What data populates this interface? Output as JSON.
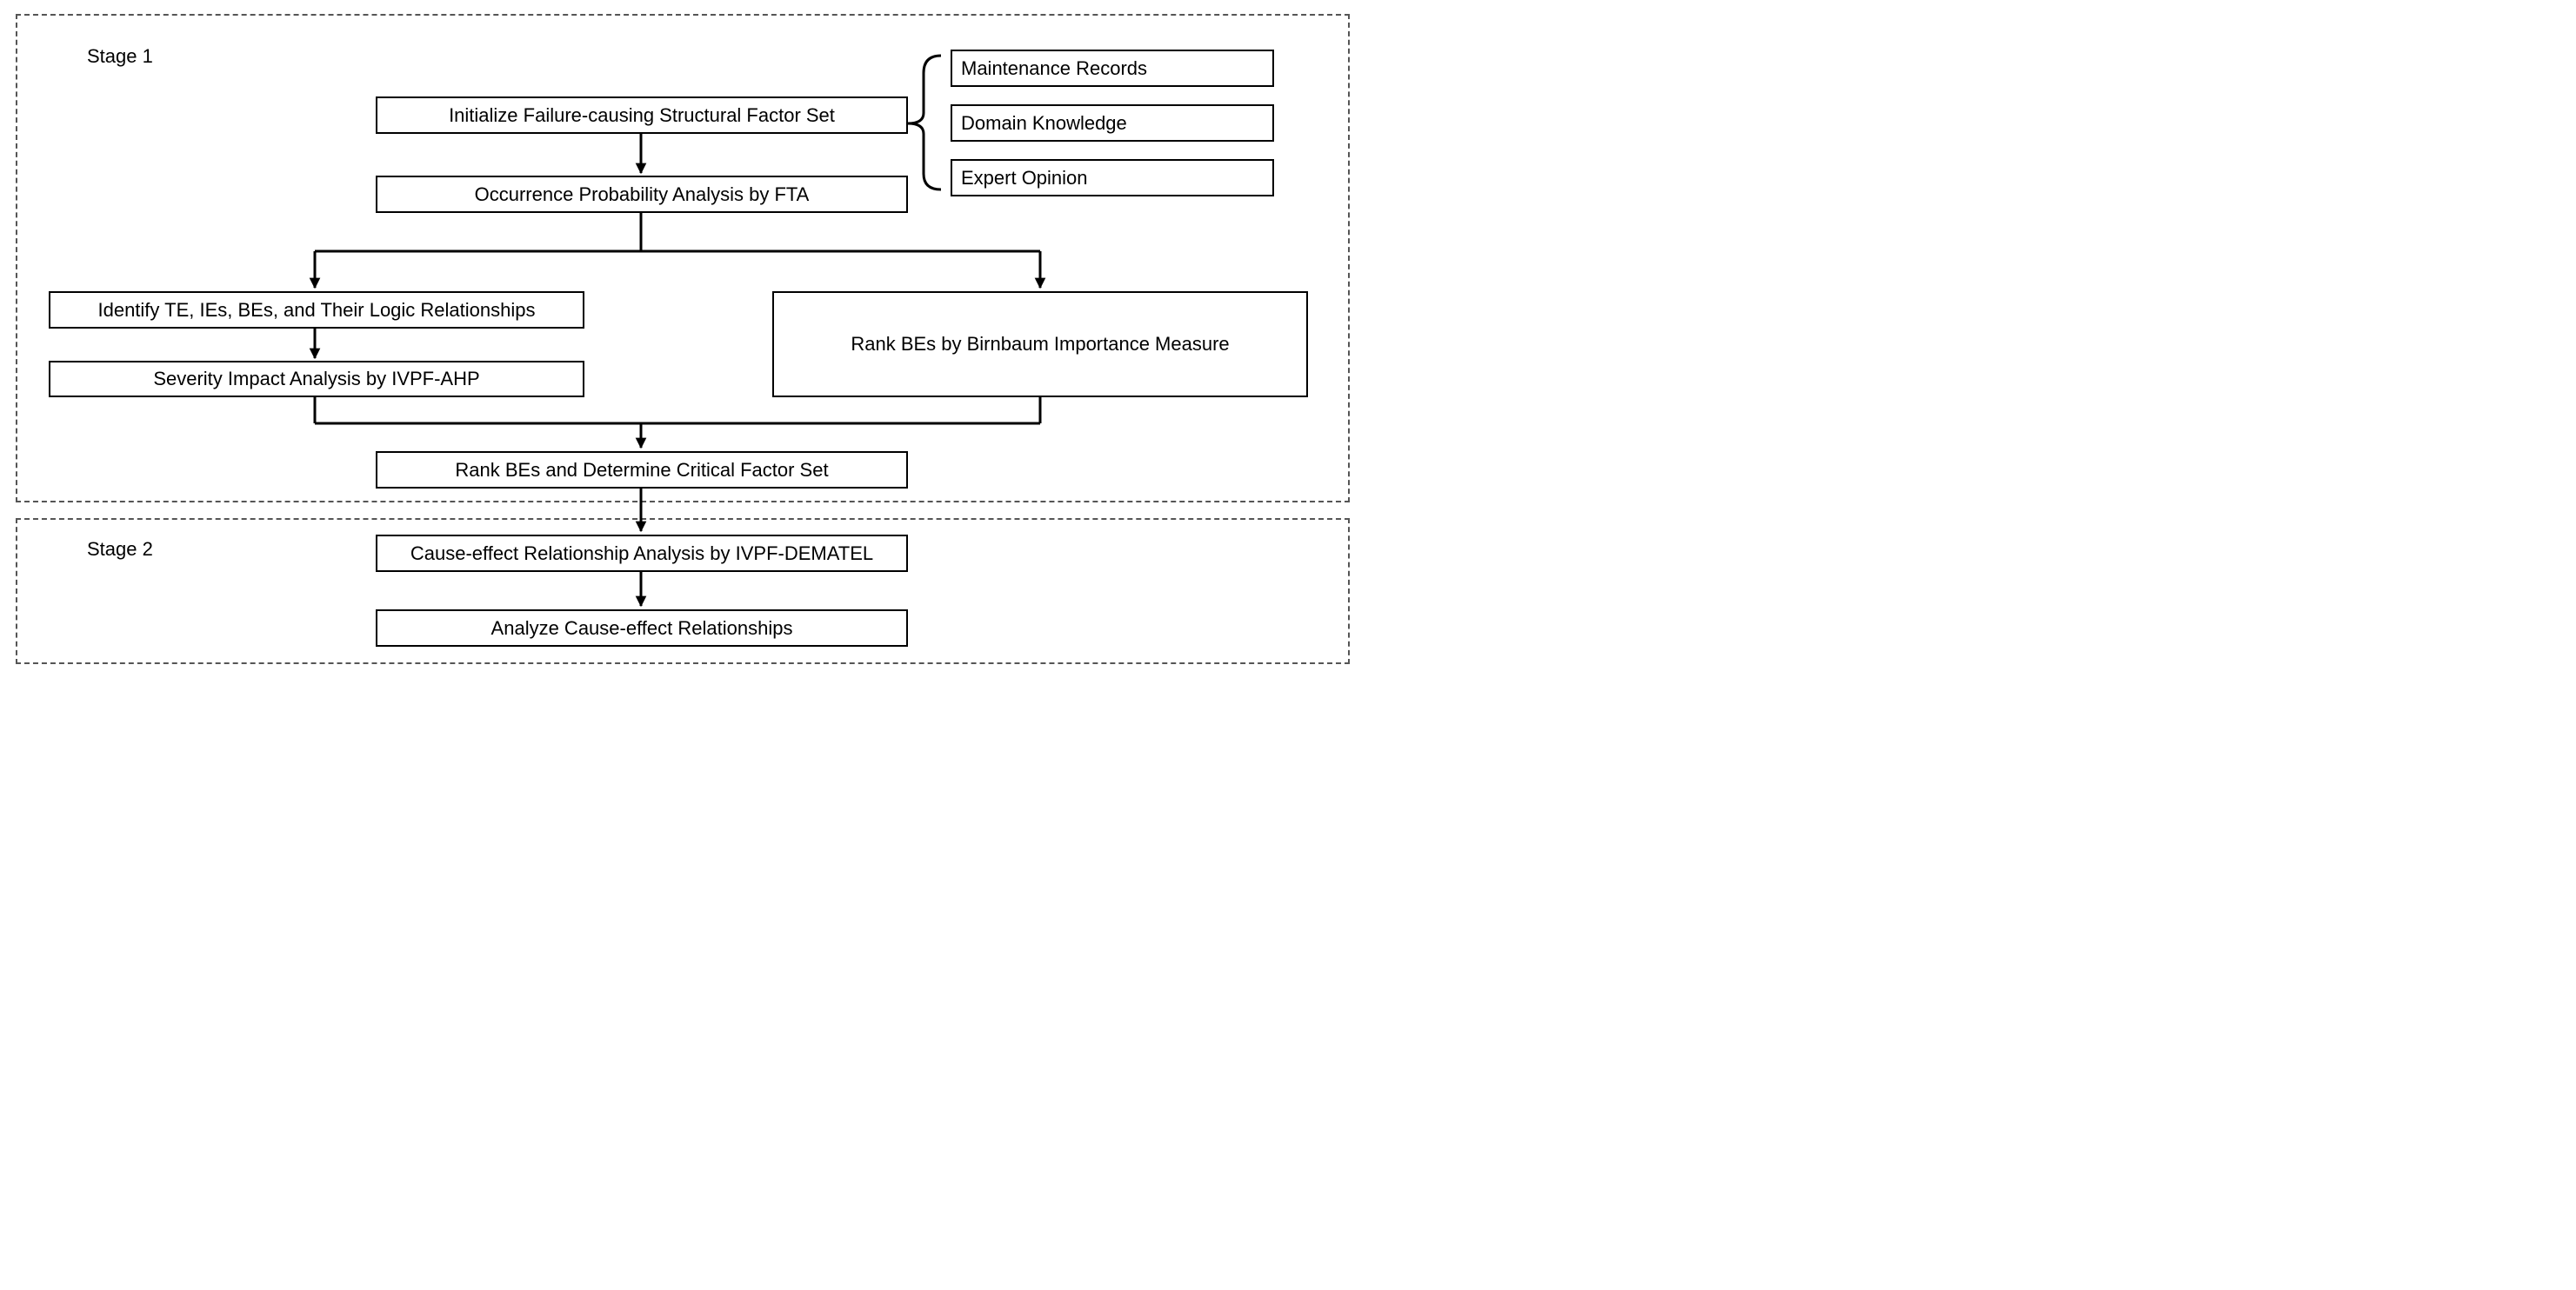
{
  "stages": {
    "stage1": "Stage 1",
    "stage2": "Stage 2"
  },
  "sources": {
    "maintenance": "Maintenance Records",
    "domain": "Domain Knowledge",
    "expert": "Expert Opinion"
  },
  "steps": {
    "initialize": "Initialize Failure-causing Structural Factor Set",
    "occurrence": "Occurrence Probability Analysis by FTA",
    "identify": "Identify TE, IEs, BEs, and Their Logic Relationships",
    "severity": "Severity Impact Analysis by IVPF-AHP",
    "birnbaum": "Rank BEs by Birnbaum Importance Measure",
    "rank_critical": "Rank BEs and Determine Critical Factor Set",
    "cause_effect_dematel": "Cause-effect Relationship Analysis by IVPF-DEMATEL",
    "analyze": "Analyze Cause-effect Relationships"
  }
}
